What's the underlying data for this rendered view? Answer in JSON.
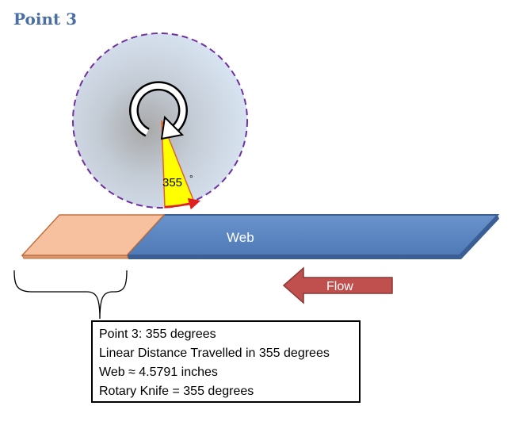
{
  "title": "Point 3",
  "knife": {
    "angle_label": "355",
    "degree_symbol": "°",
    "angle_degrees": 355
  },
  "web_label": "Web",
  "flow_label": "Flow",
  "info_lines": [
    "Point 3: 355 degrees",
    "Linear Distance Travelled in 355 degrees",
    "Web ≈ 4.5791 inches",
    "Rotary Knife = 355 degrees"
  ],
  "colors": {
    "title": "#4a6fa5",
    "web_fill": "#5b86c2",
    "web_stroke": "#3b5f94",
    "cut_piece_fill": "#f7c09f",
    "cut_piece_stroke": "#c0713e",
    "wedge_fill": "#ffff00",
    "wedge_stroke": "#e06030",
    "circle_stroke": "#7030a0",
    "flow_arrow_fill": "#c0504d",
    "flow_arrow_stroke": "#8c3836"
  },
  "icons": {
    "rotation": "clockwise-rotation-icon"
  }
}
